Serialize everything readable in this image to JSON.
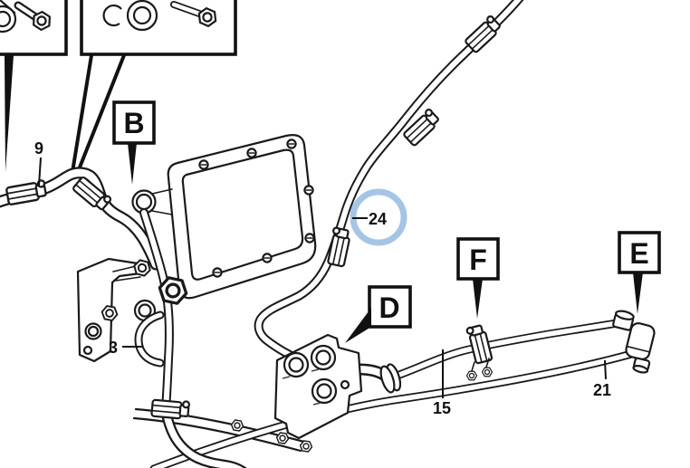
{
  "diagram": {
    "type": "exploded-parts-line-diagram",
    "colors": {
      "line": "#1a1a1a",
      "background": "#ffffff",
      "highlight_circle": "#a6c5e6"
    },
    "callouts": {
      "b": {
        "label": "B"
      },
      "d": {
        "label": "D"
      },
      "e": {
        "label": "E"
      },
      "f": {
        "label": "F"
      }
    },
    "part_numbers": {
      "p9": {
        "label": "9"
      },
      "p3": {
        "label": "3"
      },
      "p24": {
        "label": "24",
        "highlighted": true
      },
      "p15": {
        "label": "15"
      },
      "p21": {
        "label": "21"
      }
    }
  }
}
